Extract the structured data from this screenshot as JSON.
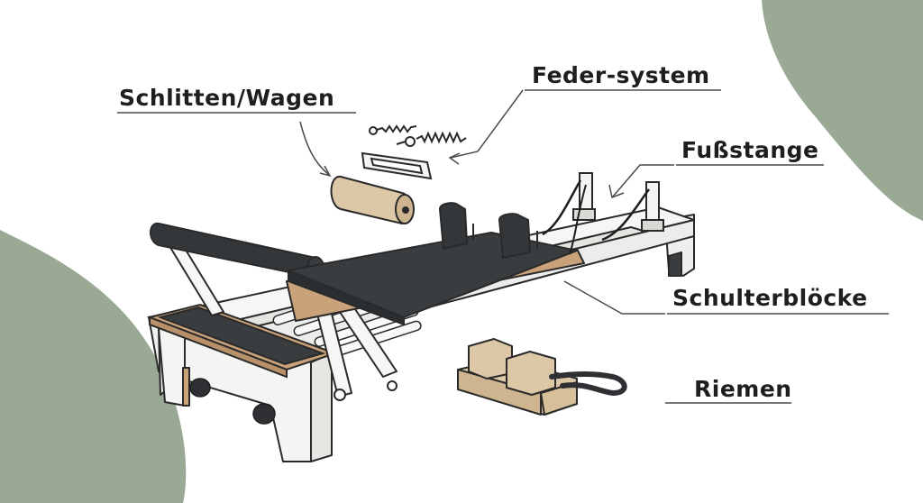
{
  "labels": {
    "schlitten": "Schlitten/Wagen",
    "feder": "Feder-system",
    "fuss": "Fußstange",
    "schulter": "Schulterblöcke",
    "riemen": "Riemen"
  },
  "colors": {
    "background": "#ffffff",
    "blob": "#9aa994",
    "frame": "#f3f3f1",
    "outline": "#2a2a2a",
    "pad": "#3a3d40",
    "wood": "#dcc7a6",
    "wood_dark": "#c9a27a",
    "text": "#1e1e1e"
  },
  "icons": [
    "spring-icon",
    "spring-icon",
    "bracket-icon",
    "foam-roller-icon",
    "foot-bar-icon",
    "shoulder-block-icon",
    "strap-icon",
    "wheel-icon"
  ]
}
